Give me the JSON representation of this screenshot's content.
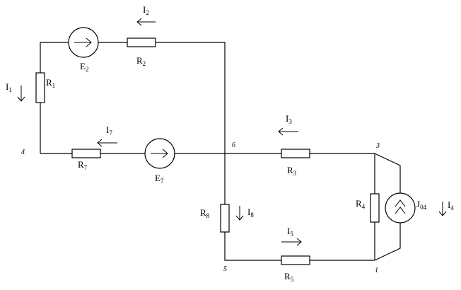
{
  "nodes": {
    "n1": "1",
    "n3": "3",
    "n4": "4",
    "n5": "5",
    "n6": "6"
  },
  "components": {
    "R1": {
      "main": "R",
      "sub": "1"
    },
    "R2": {
      "main": "R",
      "sub": "2"
    },
    "R3": {
      "main": "R",
      "sub": "3"
    },
    "R4": {
      "main": "R",
      "sub": "4"
    },
    "R5": {
      "main": "R",
      "sub": "5"
    },
    "R7": {
      "main": "R",
      "sub": "7"
    },
    "R8": {
      "main": "R",
      "sub": "8"
    },
    "E2": {
      "main": "E",
      "sub": "2"
    },
    "E7": {
      "main": "E",
      "sub": "7"
    },
    "J04": {
      "main": "J",
      "sub": "04"
    }
  },
  "currents": {
    "I1": {
      "main": "I",
      "sub": "1"
    },
    "I2": {
      "main": "I",
      "sub": "2"
    },
    "I3": {
      "main": "I",
      "sub": "3"
    },
    "I4": {
      "main": "I",
      "sub": "4"
    },
    "I5": {
      "main": "I",
      "sub": "5"
    },
    "I7": {
      "main": "I",
      "sub": "7"
    },
    "I8": {
      "main": "I",
      "sub": "8"
    }
  }
}
